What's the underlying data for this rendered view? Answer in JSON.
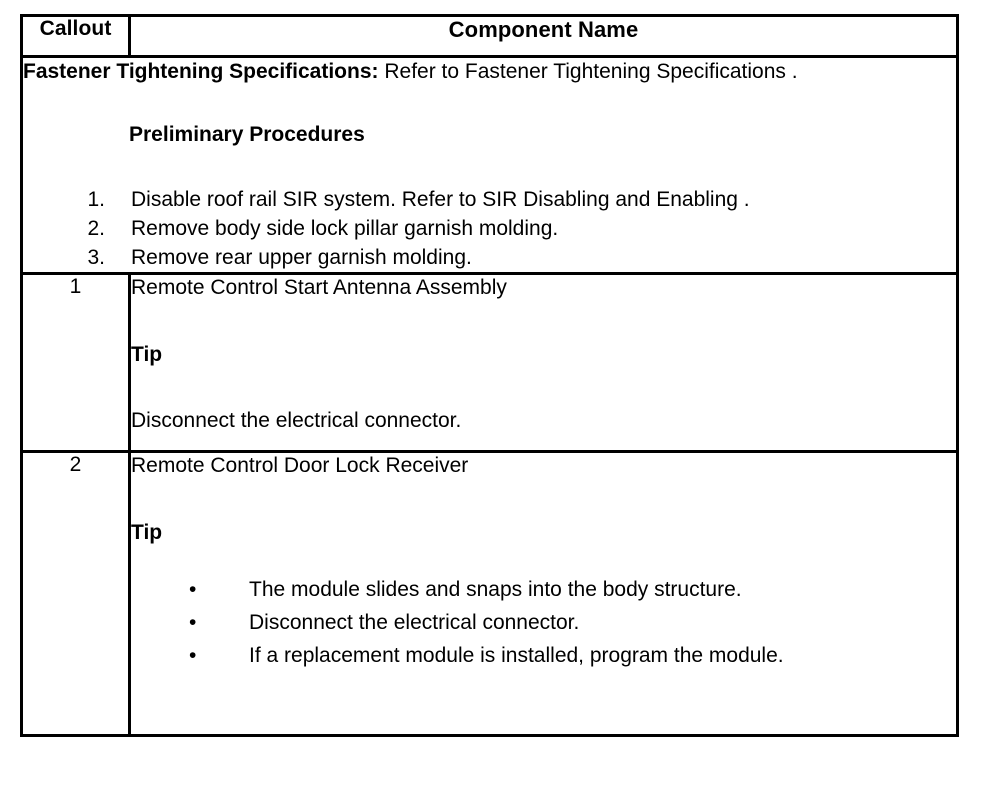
{
  "table": {
    "headers": {
      "callout": "Callout",
      "component_name": "Component Name"
    },
    "notes_row": {
      "spec_label": "Fastener Tightening Specifications:",
      "spec_text": " Refer to Fastener Tightening Specifications .",
      "preliminary_heading": "Preliminary Procedures",
      "steps": [
        {
          "number": "1.",
          "text": "Disable roof rail SIR system. Refer to SIR Disabling and Enabling ."
        },
        {
          "number": "2.",
          "text": "Remove body side lock pillar garnish molding."
        },
        {
          "number": "3.",
          "text": "Remove rear upper garnish molding."
        }
      ]
    },
    "rows": [
      {
        "callout": "1",
        "title": "Remote Control Start Antenna Assembly",
        "tip_heading": "Tip",
        "tip_text": "Disconnect the electrical connector.",
        "bullets": []
      },
      {
        "callout": "2",
        "title": "Remote Control Door Lock Receiver",
        "tip_heading": "Tip",
        "tip_text": "",
        "bullets": [
          "The module slides and snaps into the body structure.",
          "Disconnect the electrical connector.",
          "If a replacement module is installed, program the module."
        ]
      }
    ]
  },
  "icons": {
    "bullet": "•"
  },
  "colors": {
    "text": "#000000",
    "border": "#000000",
    "background": "#ffffff"
  }
}
